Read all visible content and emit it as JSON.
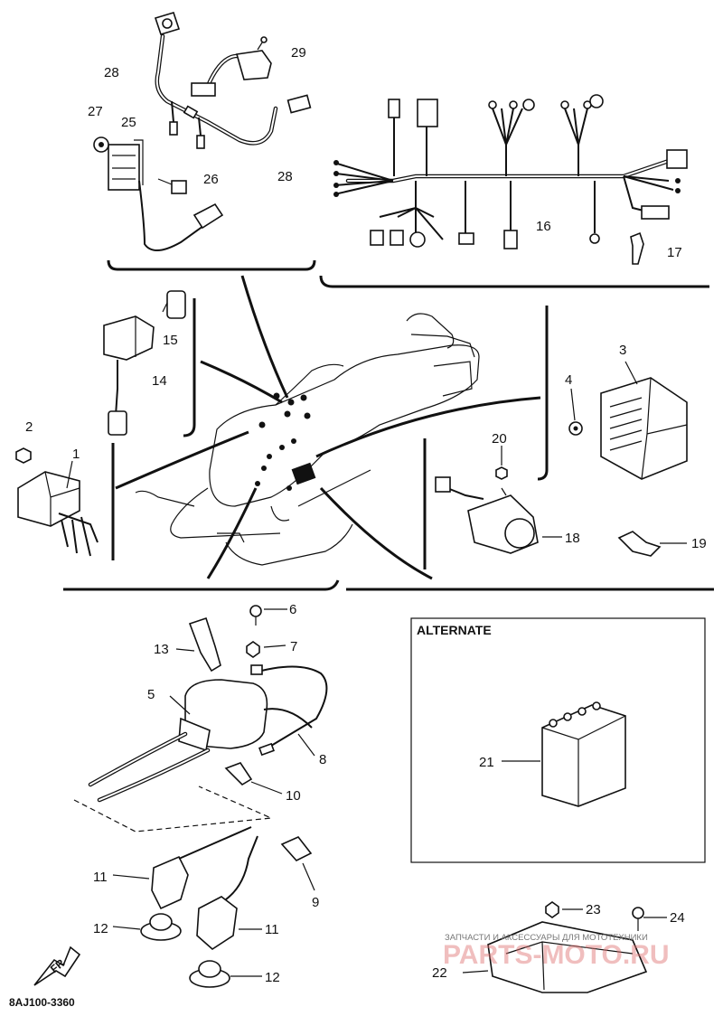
{
  "diagram_code": "8AJ100-3360",
  "alternate_label": "ALTERNATE",
  "front_label": "FR",
  "watermark": {
    "line1": "ЗАПЧАСТИ И АКСЕССУАРЫ ДЛЯ МОТОТЕХНИКИ",
    "line2": "PARTS-MOTO.RU"
  },
  "callouts": {
    "c1": "1",
    "c2": "2",
    "c3": "3",
    "c4": "4",
    "c5": "5",
    "c6": "6",
    "c7": "7",
    "c8": "8",
    "c9": "9",
    "c10": "10",
    "c11a": "11",
    "c11b": "11",
    "c12a": "12",
    "c12b": "12",
    "c13": "13",
    "c14": "14",
    "c15": "15",
    "c16": "16",
    "c17": "17",
    "c18": "18",
    "c19": "19",
    "c20": "20",
    "c21": "21",
    "c22": "22",
    "c23": "23",
    "c24": "24",
    "c25": "25",
    "c26": "26",
    "c27": "27",
    "c28a": "28",
    "c28b": "28",
    "c29": "29"
  }
}
